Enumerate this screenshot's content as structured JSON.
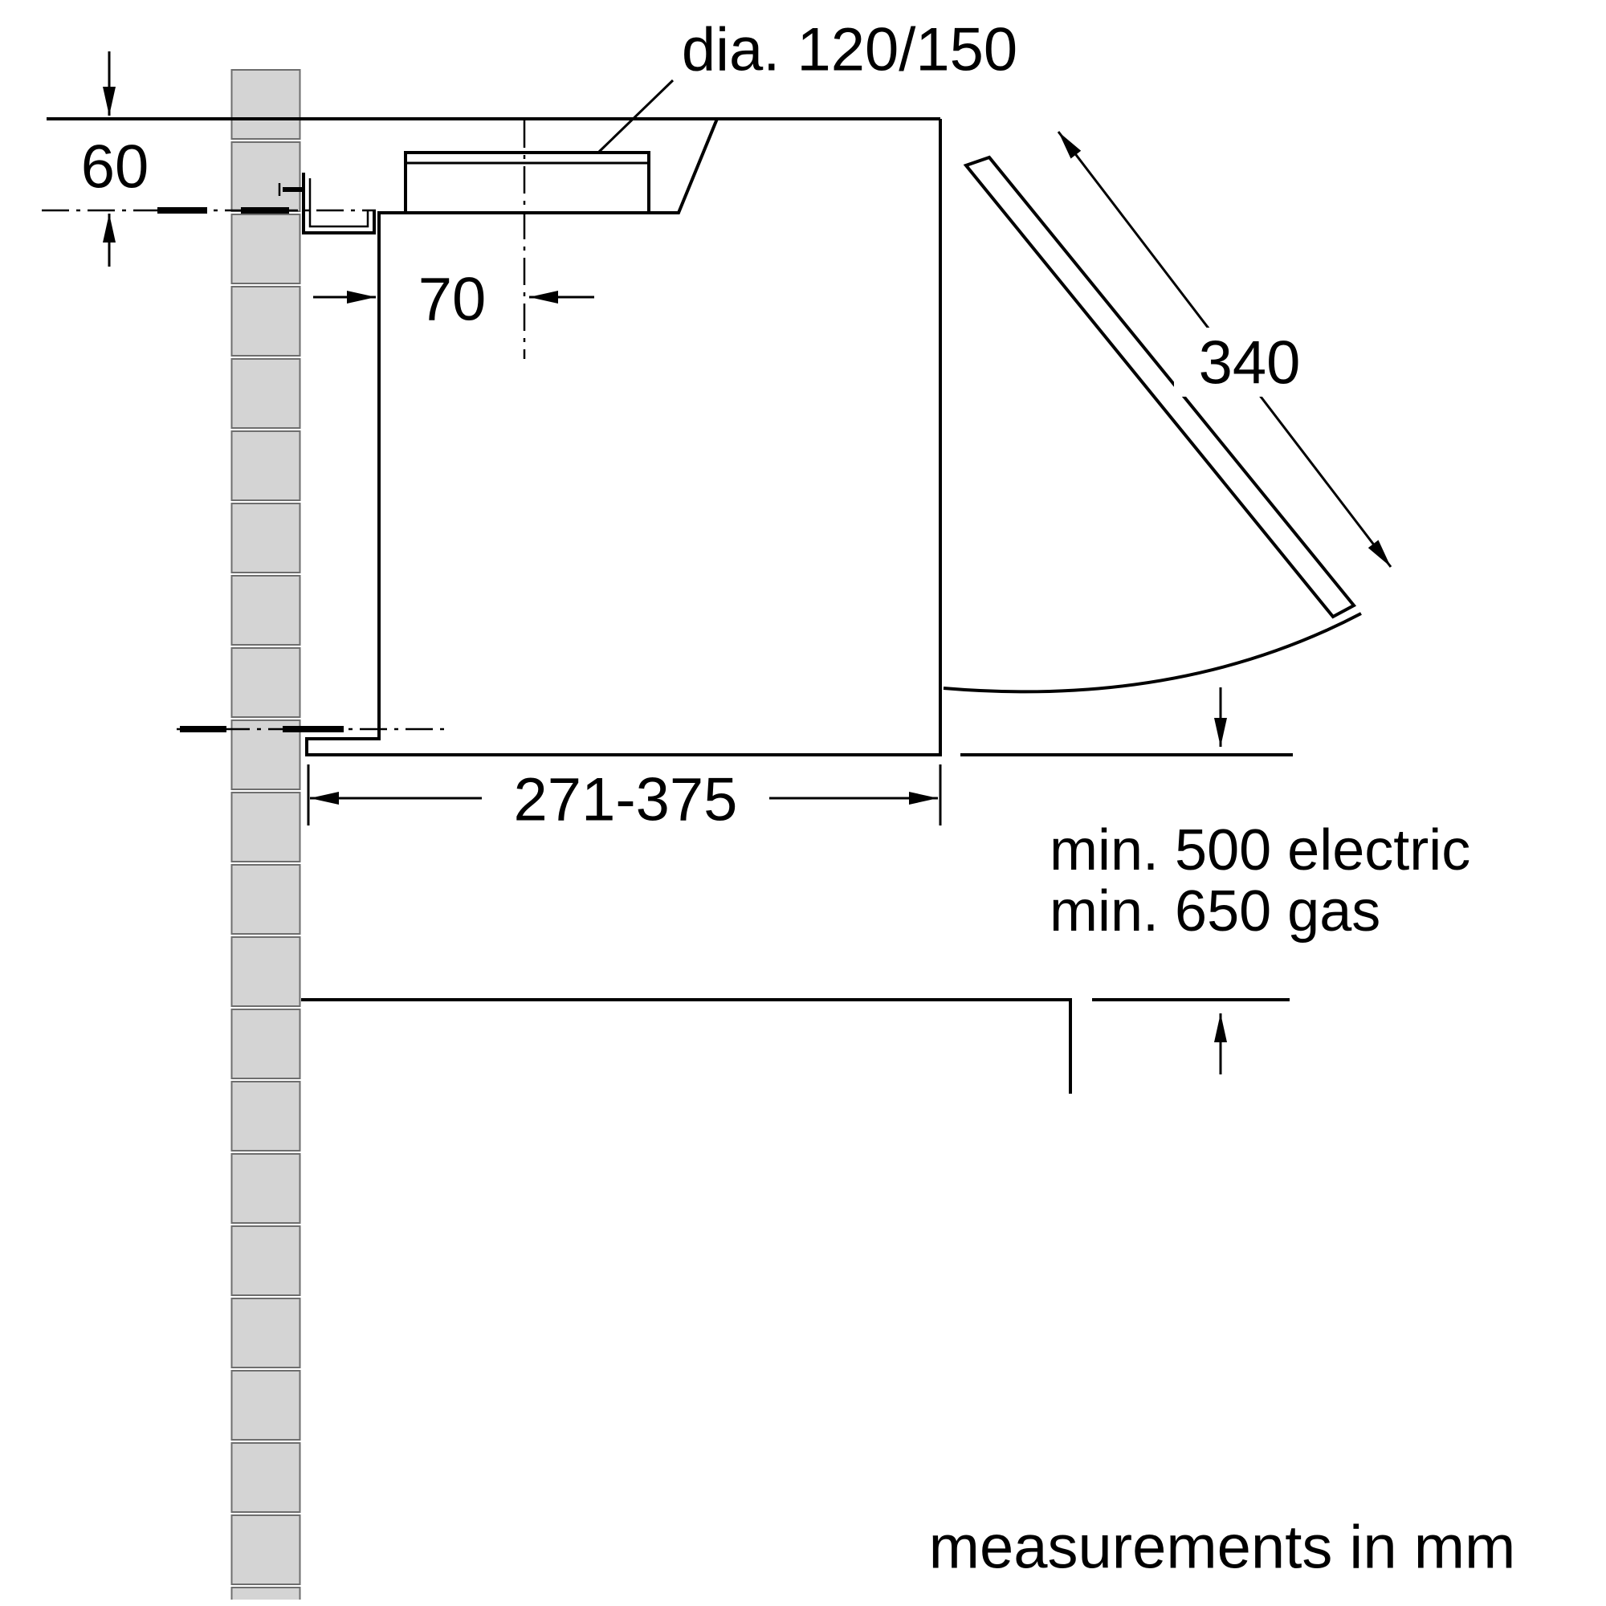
{
  "labels": {
    "duct_diameter": "dia. 120/150",
    "top_offset": "60",
    "duct_center_offset": "70",
    "visor_extension": "340",
    "depth_range": "271-375",
    "min_clearance_electric": "min. 500 electric",
    "min_clearance_gas": "min. 650 gas",
    "units_note": "measurements in mm"
  },
  "colors": {
    "line": "#000000",
    "tile_fill": "#d4d4d4",
    "tile_joint": "#6e6e6e",
    "background": "#ffffff"
  }
}
